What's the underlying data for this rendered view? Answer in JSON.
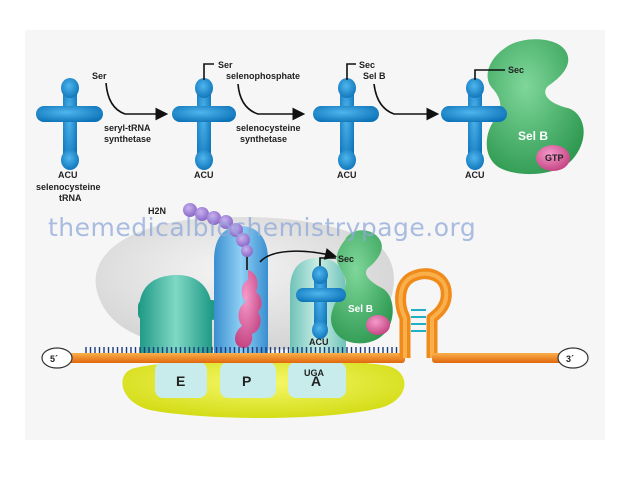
{
  "watermark": "themedicalbiochemistrypage.org",
  "top_pathway": {
    "trna1": {
      "anticodon": "ACU",
      "name_line1": "selenocysteine",
      "name_line2": "tRNA"
    },
    "step1": {
      "reactant": "Ser",
      "enzyme_line1": "seryl-tRNA",
      "enzyme_line2": "synthetase"
    },
    "trna2": {
      "attached": "Ser",
      "anticodon": "ACU"
    },
    "step2": {
      "reactant": "selenophosphate",
      "enzyme_line1": "selenocysteine",
      "enzyme_line2": "synthetase"
    },
    "trna3": {
      "attached": "Sec",
      "anticodon": "ACU"
    },
    "step3": {
      "reactant": "Sel B"
    },
    "trna4": {
      "attached": "Sec",
      "anticodon": "ACU"
    },
    "selb": {
      "label": "Sel B",
      "gtp": "GTP"
    }
  },
  "ribosome": {
    "peptide_n_terminus": "H2N",
    "incoming": {
      "attached": "Sec",
      "anticodon": "ACU",
      "selb_label": "Sel B"
    },
    "codon": "UGA",
    "sites": [
      "E",
      "P",
      "A"
    ],
    "mrna_5": "5´",
    "mrna_3": "3´"
  },
  "colors": {
    "trna_blue": "#1b8fd6",
    "selb_green": "#47b56a",
    "gtp_pink": "#d85a9c",
    "mrna_orange": "#f08a1a",
    "small_subunit": "#e6ea1a",
    "peptide_purple": "#9a78d2"
  }
}
